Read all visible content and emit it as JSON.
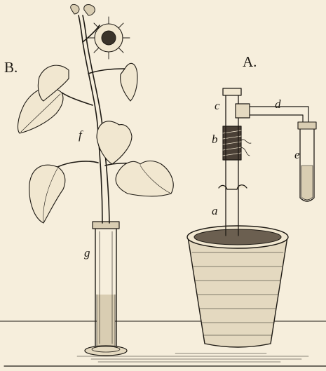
{
  "figures": {
    "left": "B.",
    "right": "A."
  },
  "labels": {
    "a": "a",
    "b": "b",
    "c": "c",
    "d": "d",
    "e": "e",
    "f": "f",
    "g": "g"
  },
  "colors": {
    "paper": "#f6eedc",
    "ink": "#1e1a14"
  }
}
